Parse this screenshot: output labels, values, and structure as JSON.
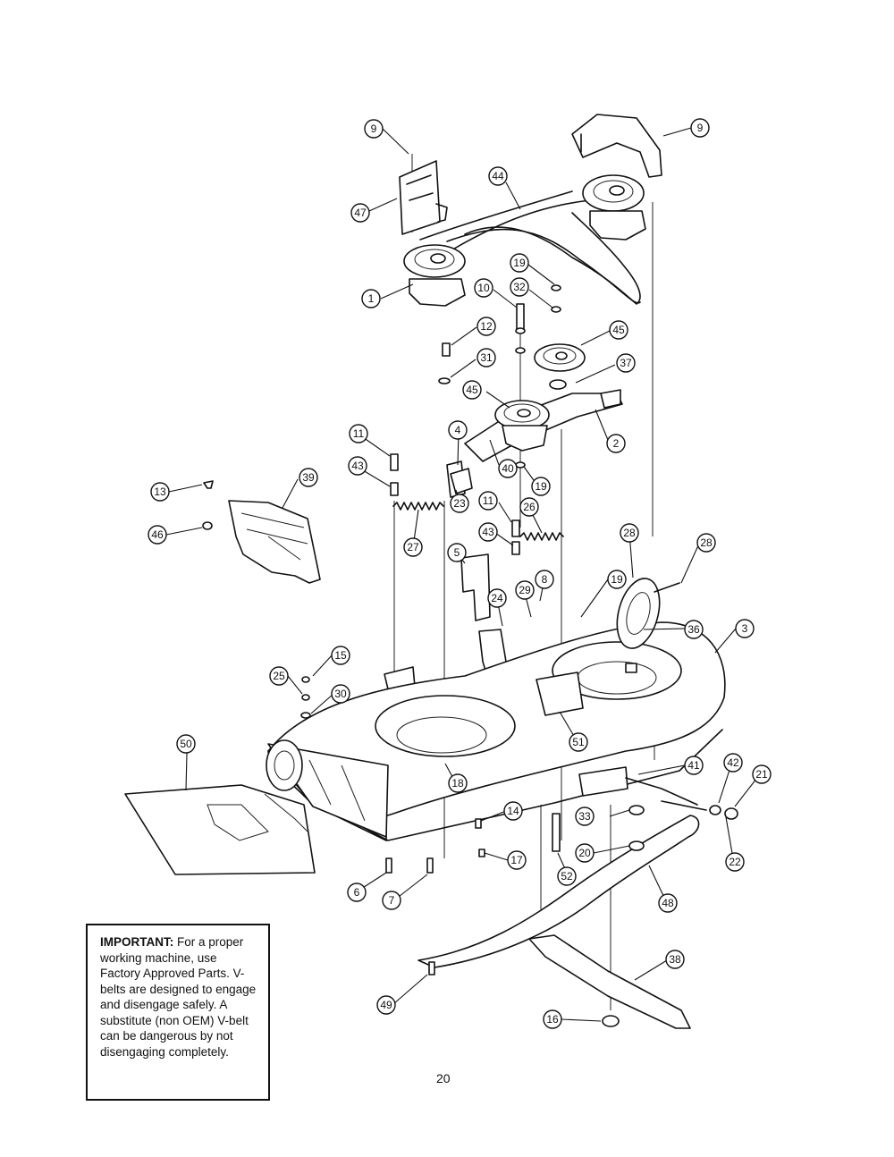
{
  "note": {
    "heading": "IMPORTANT:",
    "body": "For a proper working machine, use Factory Approved Parts. V-belts are designed to engage and disengage safely. A substitute (non OEM) V-belt can be dangerous by not disengaging completely."
  },
  "page_number": "20",
  "callouts": [
    "9",
    "9",
    "44",
    "47",
    "1",
    "19",
    "10",
    "32",
    "12",
    "45",
    "31",
    "37",
    "45",
    "2",
    "11",
    "4",
    "40",
    "19",
    "43",
    "23",
    "13",
    "39",
    "46",
    "27",
    "11",
    "26",
    "43",
    "5",
    "28",
    "28",
    "8",
    "29",
    "19",
    "24",
    "36",
    "3",
    "15",
    "25",
    "30",
    "50",
    "51",
    "18",
    "41",
    "42",
    "21",
    "14",
    "33",
    "17",
    "20",
    "22",
    "52",
    "6",
    "7",
    "48",
    "38",
    "49",
    "16"
  ]
}
